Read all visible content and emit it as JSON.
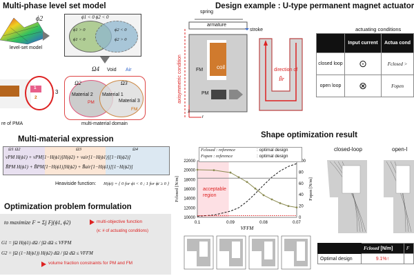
{
  "headings": {
    "multi_phase": "Multi-phase level set model",
    "design_example": "Design example : U-type permanent magnet actuator",
    "multi_material": "Multi-material expression",
    "optimization": "Optimization problem formulation",
    "shape_result": "Shape optimization result"
  },
  "level_set": {
    "phi2": "ϕ2",
    "model_label": "level-set model",
    "cond_top": "ϕ1 < 0   ϕ2 < 0",
    "cells": [
      "ϕ1 > 0",
      "ϕ1 < 0",
      "ϕ2 < 0",
      "ϕ2 > 0"
    ],
    "omega4": "Ω4",
    "void_label": "Void",
    "air_label": "Air",
    "omega2": "Ω2",
    "omega3": "Ω3",
    "material2": "Material 2",
    "material1": "Material 1",
    "material3": "Material 3",
    "pm_tag": "PM",
    "fm_tag": "FM",
    "domain_caption": "multi-material domain",
    "pma_caption": "re of PMA",
    "n1": "1",
    "n2": "2",
    "n3": "3"
  },
  "actuator": {
    "spring": "spring",
    "armature": "armature",
    "stroke": "stroke",
    "asym": "axisymmetric condition",
    "fm": "FM",
    "coil": "coil",
    "pm": "PM",
    "z": "z",
    "r": "r",
    "direction": "direction of",
    "br": "B̃r"
  },
  "conditions": {
    "title": "actuating conditions",
    "col_input": "Input current",
    "col_actuating": "Actua cond",
    "rows": [
      {
        "label": "closed loop",
        "symbol": "⊙",
        "value": "Fclosed >"
      },
      {
        "label": "open loop",
        "symbol": "⊗",
        "value": "Fopen"
      }
    ]
  },
  "expression": {
    "omegas": [
      "Ω1 Ω2",
      "Ω3",
      "Ω4"
    ],
    "row1": "νPM H(ϕ1) + νPM[1−H(ϕ1)]H(ϕ2) + νair[1−H(ϕ1)][1−H(ϕ2)]",
    "row2": "B̃PM H(ϕ1) + B̃PM[1−H(ϕ1)]H(ϕ2) + B̃air[1−H(ϕ1)][1−H(ϕ2)]",
    "heaviside_label": "Heaviside function:",
    "heaviside": "H(ϕi) = { 0  for ϕi < 0 ;  1  for ϕi ≥ 0 }"
  },
  "formulation": {
    "maximize": "to maximize  F = Σj Fj(ϕ1, ϕ2)",
    "objective_note": "multi-objective function",
    "count_note": "(κ: # of actuating conditions)",
    "c1": "G1 = ∫Ω H(ϕ1) dΩ / ∫Ω dΩ ≤ VFPM",
    "c2": "G2 = ∫Ω (1−H(ϕ1)) H(ϕ2) dΩ / ∫Ω dΩ ≤ VFFM",
    "constraint_note": "volume fraction constraints for PM and FM"
  },
  "legend": {
    "closed_ref": "Fclosed : reference",
    "closed_opt": ": optimal design",
    "open_ref": "Fopen : reference",
    "open_opt": ": optimal design"
  },
  "labels": {
    "closed_loop": "closed-loop",
    "open_loop": "open-l",
    "acceptable": "acceptable region"
  },
  "results_table": {
    "col1": "Fclosed",
    "unit": "[N/m]",
    "row_label": "Optimal design",
    "value": "9.1%↑",
    "last": "F"
  },
  "chart_data": {
    "type": "line",
    "xlabel": "VFFM",
    "ylabel": "Fclosed [N/m]",
    "y2label": "Fopen [N/m]",
    "x_ticks": [
      0.1,
      0.09,
      0.08,
      0.07
    ],
    "xlim": [
      0.1,
      0.07
    ],
    "ylim": [
      10000,
      22000
    ],
    "y_ticks": [
      10000,
      12000,
      14000,
      16000,
      18000,
      20000,
      22000
    ],
    "y2lim": [
      0,
      100
    ],
    "y2_ticks": [
      0,
      20,
      40,
      60,
      80,
      100
    ],
    "acceptable_region": [
      0.1,
      0.0905
    ],
    "series": [
      {
        "name": "Fclosed : optimal design",
        "axis": "left",
        "x": [
          0.1,
          0.095,
          0.09,
          0.0875,
          0.085,
          0.0825,
          0.08,
          0.0775,
          0.075,
          0.0725,
          0.07
        ],
        "values": [
          20100,
          20000,
          19500,
          18500,
          17500,
          16100,
          14700,
          13800,
          13000,
          12400,
          12100
        ]
      },
      {
        "name": "Fopen : optimal design",
        "axis": "right",
        "x": [
          0.1,
          0.095,
          0.09,
          0.0875,
          0.085,
          0.0825,
          0.08,
          0.0775,
          0.075,
          0.0725,
          0.07
        ],
        "values": [
          2,
          4,
          11,
          17,
          28,
          42,
          57,
          71,
          82,
          90,
          95
        ]
      },
      {
        "name": "Fclosed : reference",
        "axis": "left",
        "x": [
          0.1,
          0.07
        ],
        "values": [
          18300,
          18300
        ]
      },
      {
        "name": "Fopen : reference",
        "axis": "right",
        "x": [
          0.1,
          0.07
        ],
        "values": [
          3,
          3
        ]
      }
    ]
  }
}
